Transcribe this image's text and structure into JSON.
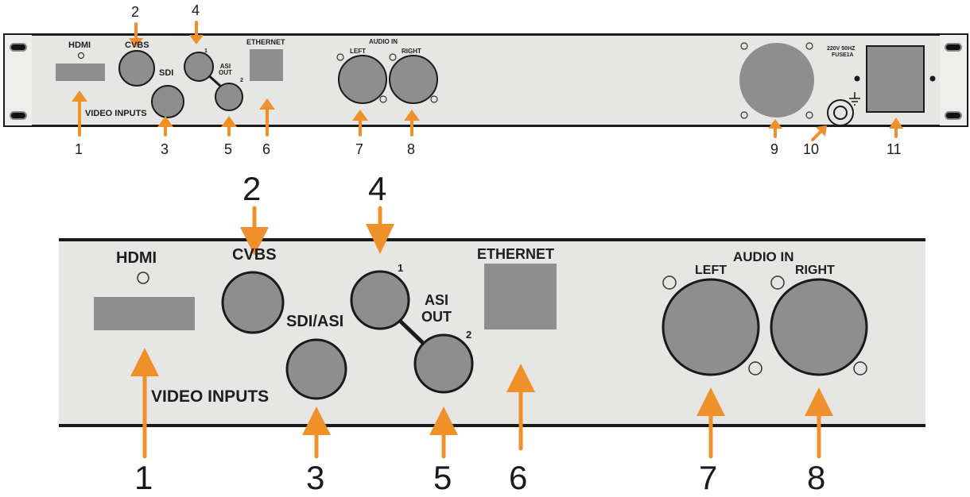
{
  "top_panel": {
    "hdmi": "HDMI",
    "cvbs": "CVBS",
    "sdi": "SDI",
    "asi_out": "ASI\nOUT",
    "asi_1": "1",
    "asi_2": "2",
    "ethernet": "ETHERNET",
    "audio_in": "AUDIO IN",
    "left": "LEFT",
    "right": "RIGHT",
    "video_inputs": "VIDEO INPUTS",
    "power_rating": "220V 50HZ",
    "fuse": "FUSE1A"
  },
  "top_callouts": [
    "1",
    "2",
    "3",
    "4",
    "5",
    "6",
    "7",
    "8",
    "9",
    "10",
    "11"
  ],
  "zoom_panel": {
    "hdmi": "HDMI",
    "cvbs": "CVBS",
    "sdi_asi": "SDI/ASI",
    "asi_out": "ASI\nOUT",
    "asi_1": "1",
    "asi_2": "2",
    "ethernet": "ETHERNET",
    "audio_in": "AUDIO IN",
    "left": "LEFT",
    "right": "RIGHT",
    "video_inputs": "VIDEO INPUTS"
  },
  "zoom_callouts": [
    "1",
    "2",
    "3",
    "4",
    "5",
    "6",
    "7",
    "8"
  ],
  "colors": {
    "panel": "#e6e6e4",
    "connector": "#8e8e8e",
    "arrow": "#f0902a"
  }
}
